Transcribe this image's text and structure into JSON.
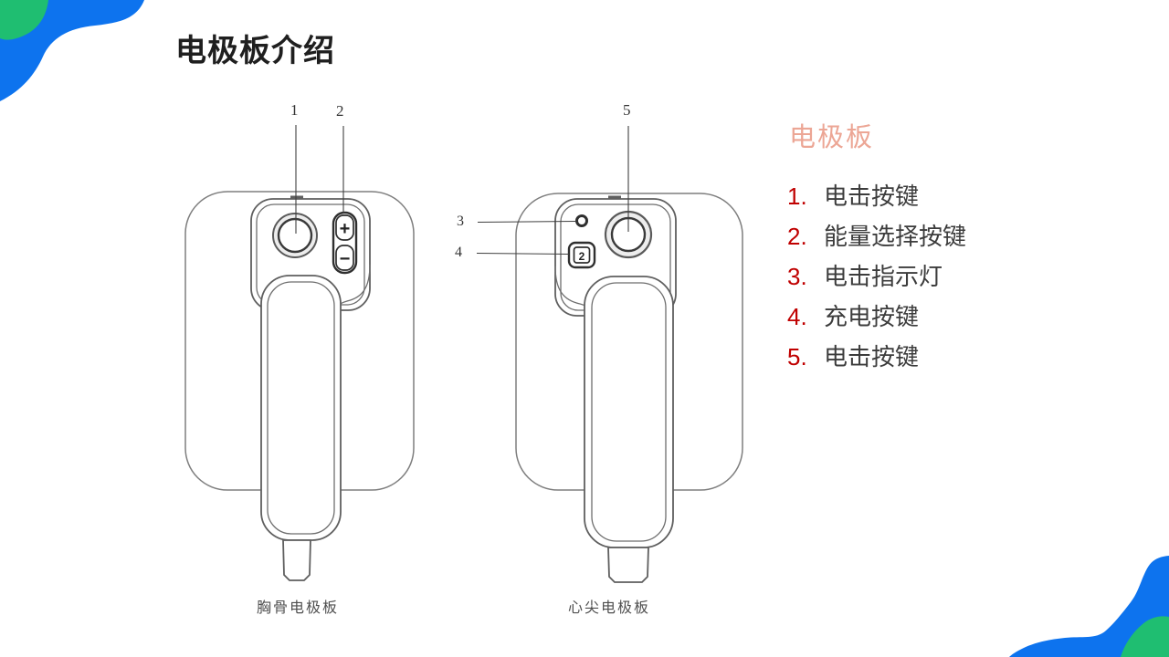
{
  "slide": {
    "title": "电极板介绍"
  },
  "panel": {
    "heading": "电极板",
    "heading_color": "#eca695",
    "number_color": "#c00000",
    "items": [
      {
        "num": "1.",
        "label": "电击按键"
      },
      {
        "num": "2.",
        "label": "能量选择按键"
      },
      {
        "num": "3.",
        "label": "电击指示灯"
      },
      {
        "num": "4.",
        "label": "充电按键"
      },
      {
        "num": "5.",
        "label": "电击按键"
      }
    ]
  },
  "figures": {
    "left": {
      "caption": "胸骨电极板",
      "callout_1": "1",
      "callout_2": "2",
      "rocker_plus": "+",
      "rocker_minus": "−"
    },
    "right": {
      "caption": "心尖电极板",
      "callout_3": "3",
      "callout_4": "4",
      "callout_5": "5",
      "charge_button_label": "2"
    }
  },
  "decorations": {
    "blob_blue": "#0d73ee",
    "blob_green": "#1fbe71"
  }
}
